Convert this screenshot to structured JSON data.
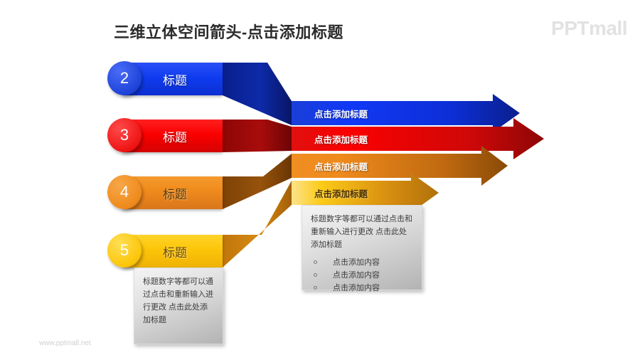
{
  "slide": {
    "title": "三维立体空间箭头-点击添加标题",
    "logo": "PPTmall",
    "footer": "www.pptmall.net",
    "background": "#ffffff"
  },
  "rows": [
    {
      "number": "2",
      "label": "标题",
      "arrow_label": "点击添加标题",
      "color": "#0f3cf0",
      "color_dark": "#0a1f8c",
      "circle_color": "#1e43d8"
    },
    {
      "number": "3",
      "label": "标题",
      "arrow_label": "点击添加标题",
      "color": "#fb0000",
      "color_dark": "#8e0606",
      "circle_color": "#ef1414"
    },
    {
      "number": "4",
      "label": "标题",
      "arrow_label": "点击添加标题",
      "color": "#ef8a1c",
      "color_dark": "#7d4206",
      "circle_color": "#ef8a1c"
    },
    {
      "number": "5",
      "label": "标题",
      "arrow_label": "点击添加标题",
      "color": "#fcc508",
      "color_dark": "#b06a0c",
      "circle_color": "#fcc508"
    }
  ],
  "left_textbox": {
    "body": "标题数字等都可以通过点击和重新输入进行更改 点击此处添加标题"
  },
  "right_textbox": {
    "body": "标题数字等都可以通过点击和重新输入进行更改 点击此处添加标题",
    "bullets": [
      "点击添加内容",
      "点击添加内容",
      "点击添加内容"
    ]
  }
}
